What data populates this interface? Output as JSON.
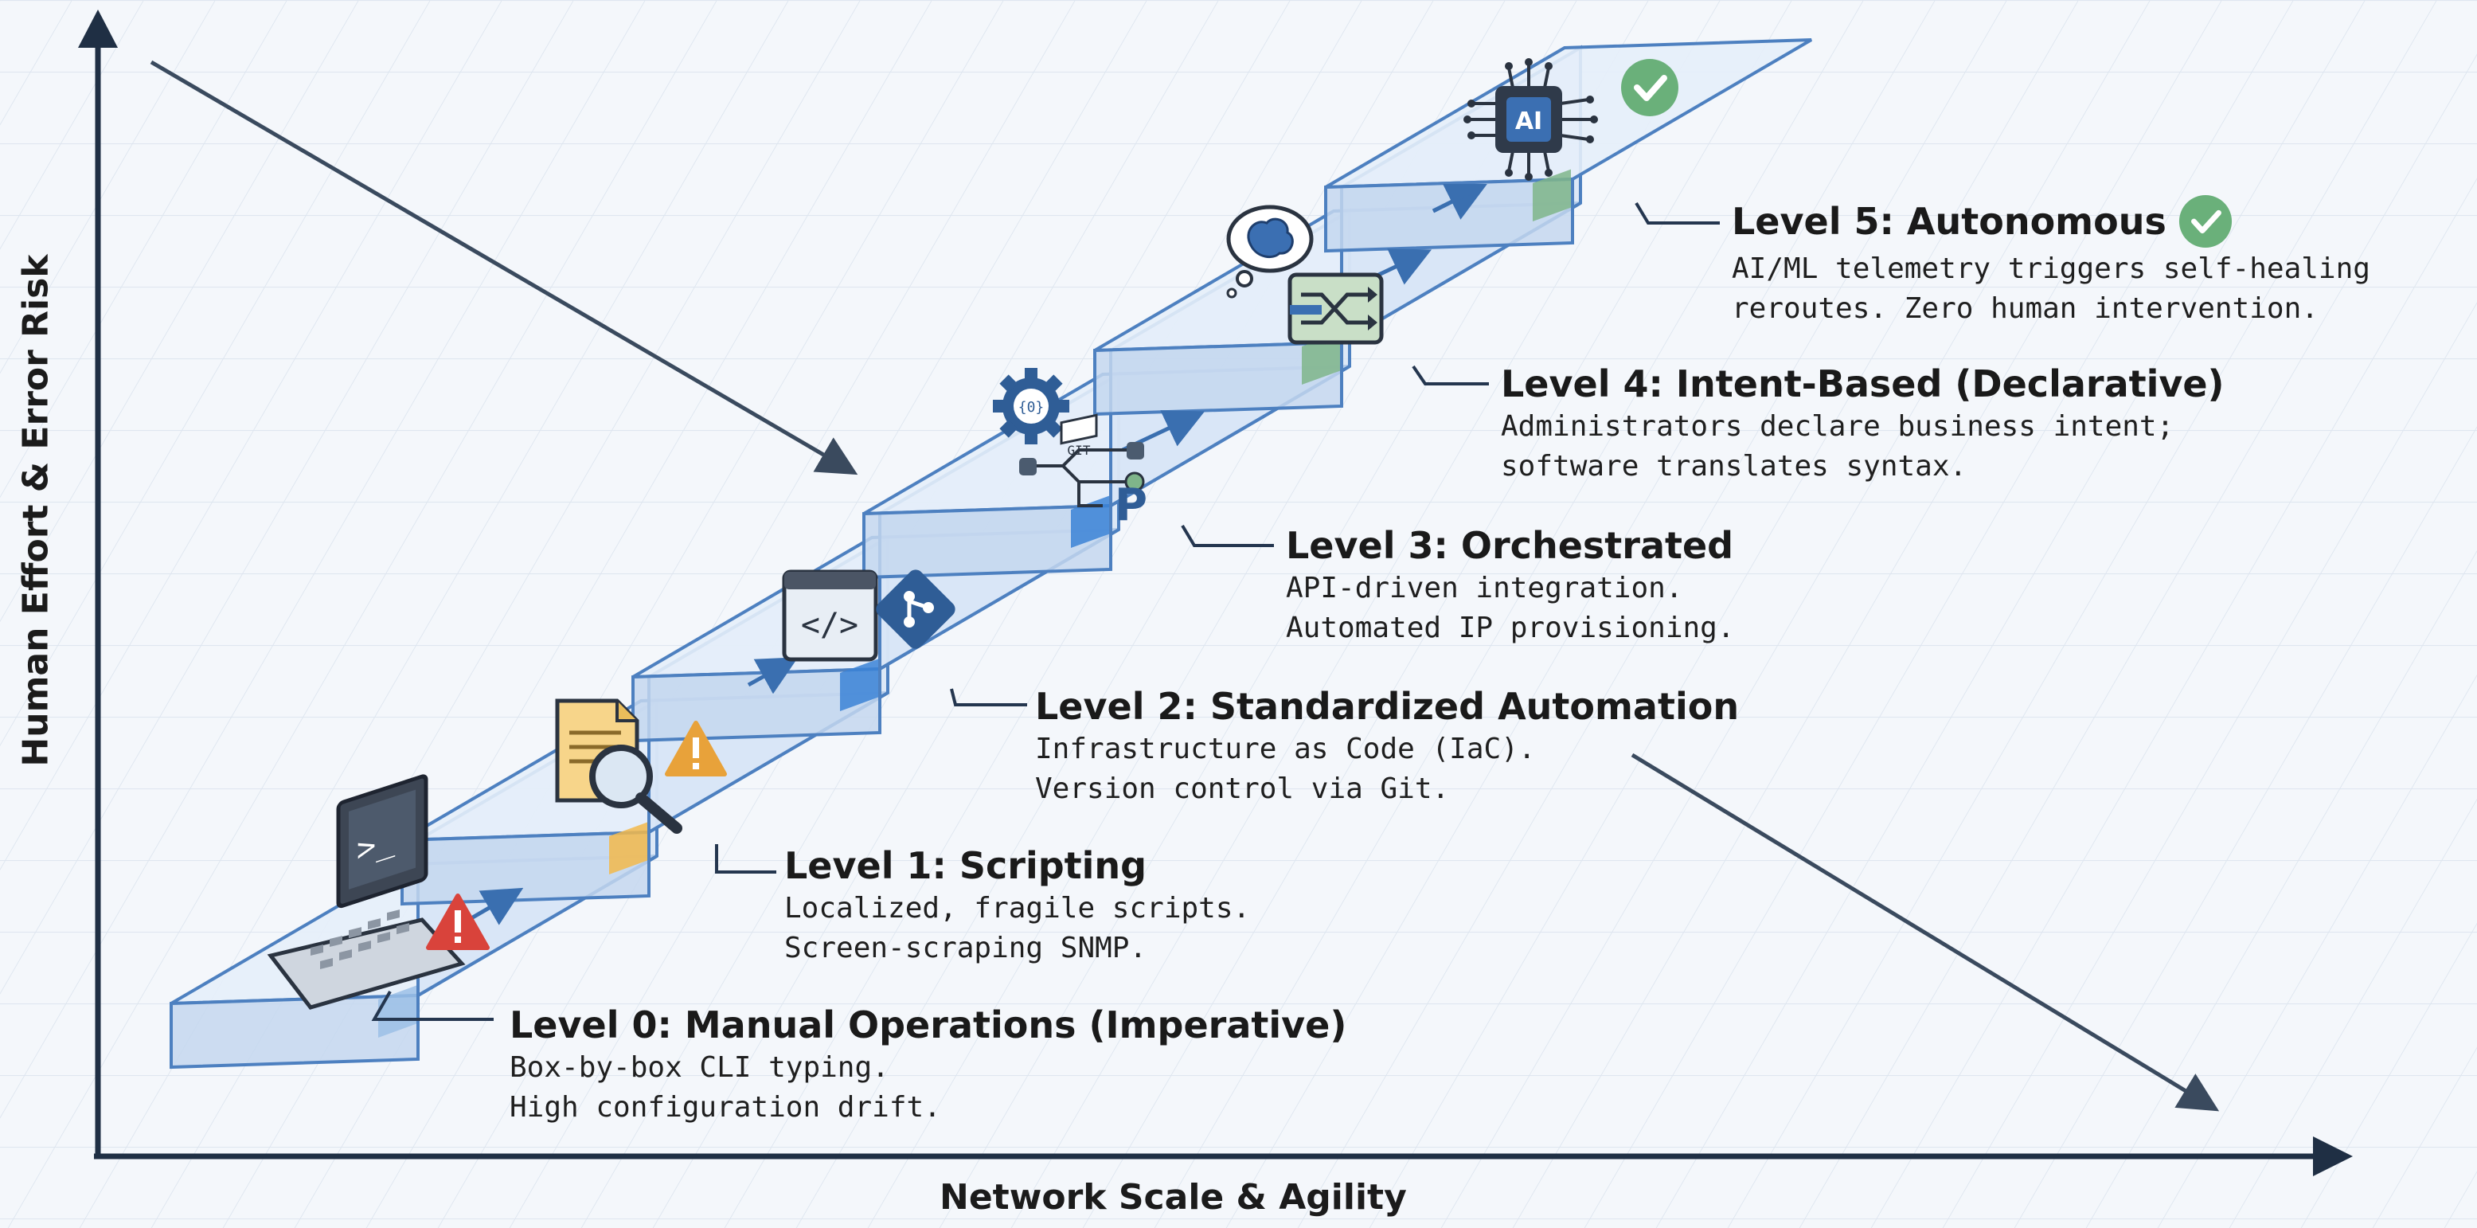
{
  "axes": {
    "y_label": "Human Effort & Error Risk",
    "x_label": "Network Scale & Agility"
  },
  "levels": [
    {
      "title": "Level 0: Manual Operations (Imperative)",
      "desc1": "Box-by-box CLI typing.",
      "desc2": "High configuration drift.",
      "marker_color": "#9bbfe6"
    },
    {
      "title": "Level 1: Scripting",
      "desc1": "Localized, fragile scripts.",
      "desc2": "Screen-scraping SNMP.",
      "marker_color": "#f2b94b"
    },
    {
      "title": "Level 2: Standardized Automation",
      "desc1": "Infrastructure as Code (IaC).",
      "desc2": "Version control via Git.",
      "marker_color": "#3b82d6"
    },
    {
      "title": "Level 3: Orchestrated",
      "desc1": "API-driven integration.",
      "desc2": "Automated IP provisioning.",
      "marker_color": "#3b82d6"
    },
    {
      "title": "Level 4: Intent-Based (Declarative)",
      "desc1": "Administrators declare business intent;",
      "desc2": "software translates syntax.",
      "marker_color": "#7fb58a"
    },
    {
      "title": "Level 5: Autonomous",
      "desc1": "AI/ML telemetry triggers self-healing",
      "desc2": "reroutes. Zero human intervention.",
      "marker_color": "#7fb58a"
    }
  ],
  "icons": {
    "laptop_prompt": ">_",
    "code_window": "</>",
    "gear_text": "{0}",
    "git_tag": "GIT",
    "pipeline_letter": "P",
    "chip_text": "AI"
  },
  "colors": {
    "stair_top": "#e6eef9",
    "stair_front": "#c4d7ef",
    "stair_edge": "#4d80c0",
    "warning_orange": "#e8a23a",
    "warning_red": "#d9433b",
    "success_green": "#6ab07a",
    "arrow": "#3a4a5e"
  }
}
